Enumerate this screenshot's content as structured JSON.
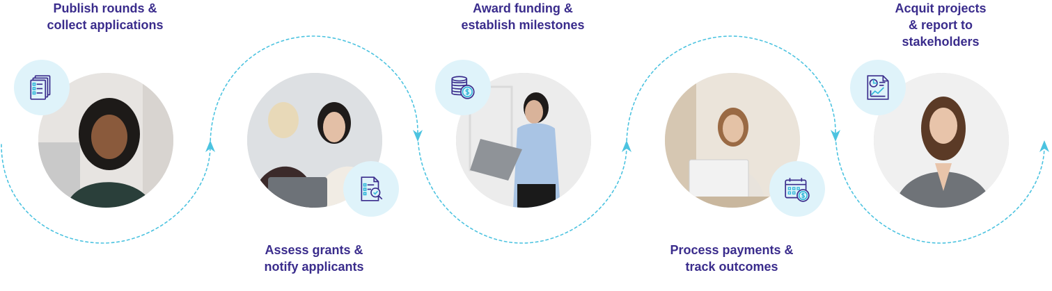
{
  "colors": {
    "label_text": "#3a2c8c",
    "connector": "#4cc3e0",
    "icon_stroke": "#3a2c8c",
    "icon_accent": "#36b8da",
    "badge_fill": "#dff3fa"
  },
  "steps": [
    {
      "label_lines": [
        "Publish rounds &",
        "collect applications"
      ],
      "icon": "documents-icon"
    },
    {
      "label_lines": [
        "Assess grants &",
        "notify applicants"
      ],
      "icon": "document-search-icon"
    },
    {
      "label_lines": [
        "Award funding &",
        "establish milestones"
      ],
      "icon": "coins-dollar-icon"
    },
    {
      "label_lines": [
        "Process payments &",
        "track outcomes"
      ],
      "icon": "calendar-dollar-icon"
    },
    {
      "label_lines": [
        "Acquit projects",
        "& report to",
        "stakeholders"
      ],
      "icon": "report-chart-icon"
    }
  ]
}
